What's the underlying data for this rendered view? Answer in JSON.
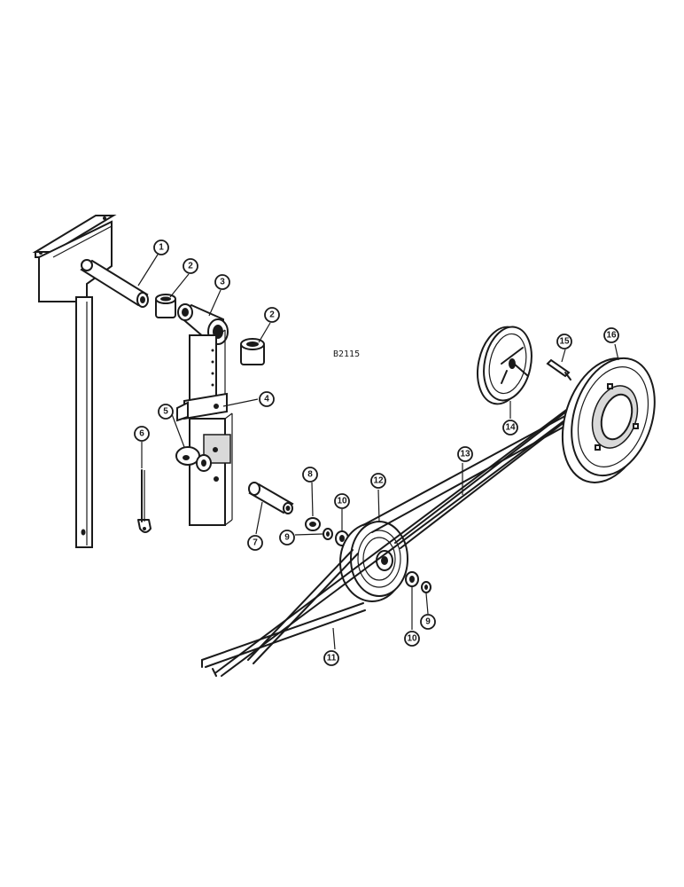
{
  "figure_id": "B2115",
  "callouts": [
    {
      "id": "c1",
      "label": "1"
    },
    {
      "id": "c2a",
      "label": "2"
    },
    {
      "id": "c2b",
      "label": "2"
    },
    {
      "id": "c3",
      "label": "3"
    },
    {
      "id": "c4",
      "label": "4"
    },
    {
      "id": "c5",
      "label": "5"
    },
    {
      "id": "c6",
      "label": "6"
    },
    {
      "id": "c7",
      "label": "7"
    },
    {
      "id": "c8",
      "label": "8"
    },
    {
      "id": "c9a",
      "label": "9"
    },
    {
      "id": "c9b",
      "label": "9"
    },
    {
      "id": "c10a",
      "label": "10"
    },
    {
      "id": "c10b",
      "label": "10"
    },
    {
      "id": "c11",
      "label": "11"
    },
    {
      "id": "c12",
      "label": "12"
    },
    {
      "id": "c13",
      "label": "13"
    },
    {
      "id": "c14",
      "label": "14"
    },
    {
      "id": "c15",
      "label": "15"
    },
    {
      "id": "c16",
      "label": "16"
    }
  ]
}
